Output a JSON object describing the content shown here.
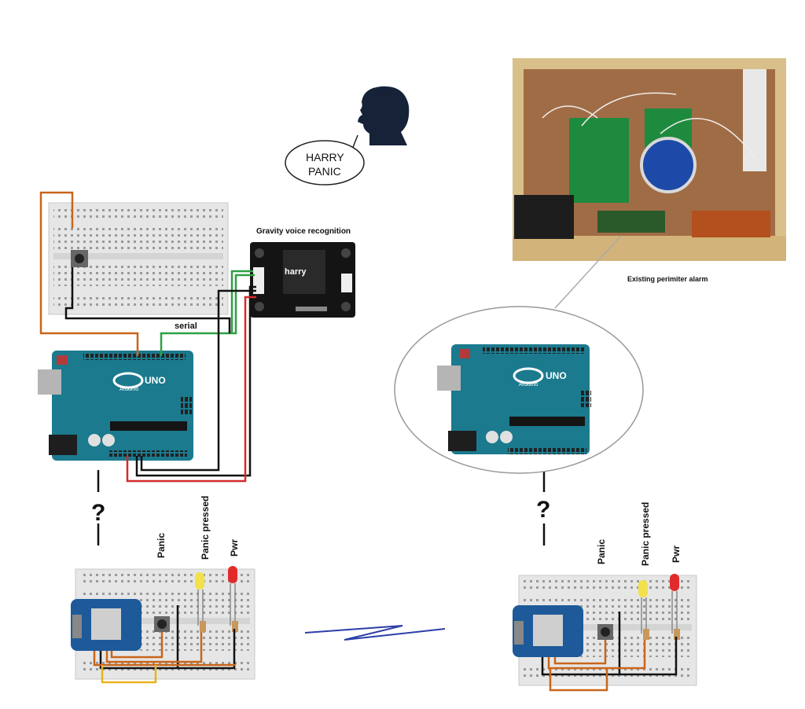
{
  "speech_bubble": {
    "line1": "HARRY",
    "line2": "PANIC"
  },
  "labels": {
    "voice_module_title": "Gravity voice recognition",
    "voice_module_keyword": "harry",
    "serial": "serial",
    "existing_alarm": "Existing perimiter alarm",
    "question_left": "?",
    "question_right": "?",
    "panic": "Panic",
    "panic_pressed": "Panic pressed",
    "pwr": "Pwr",
    "arduino_brand": "Arduino",
    "arduino_model": "UNO"
  },
  "colors": {
    "board_blue": "#1b7a8e",
    "wire_orange": "#c9651a",
    "wire_green": "#2ea043",
    "wire_red": "#d42a2a",
    "wire_black": "#111111",
    "wire_yellow": "#e8b320",
    "radio_link": "#2c3ea8",
    "head_silhouette": "#162238"
  }
}
